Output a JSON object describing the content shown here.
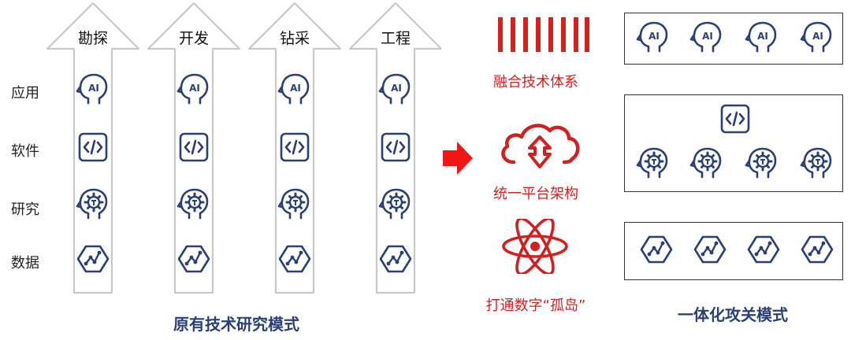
{
  "left": {
    "columns": [
      "勘探",
      "开发",
      "钻采",
      "工程"
    ],
    "rows": [
      "应用",
      "软件",
      "研究",
      "数据"
    ],
    "caption": "原有技术研究模式"
  },
  "middle": {
    "items": [
      {
        "label": "融合技术体系",
        "icon": "red-bars-icon"
      },
      {
        "label": "统一平台架构",
        "icon": "cloud-icon"
      },
      {
        "label": "打通数字“孤岛”",
        "icon": "atom-icon"
      }
    ]
  },
  "right": {
    "caption": "一体化攻关模式"
  },
  "colors": {
    "accent_red": "#d41f1f",
    "icon_blue": "#2a3f7a",
    "arrow_gray": "#c8c8c8"
  }
}
